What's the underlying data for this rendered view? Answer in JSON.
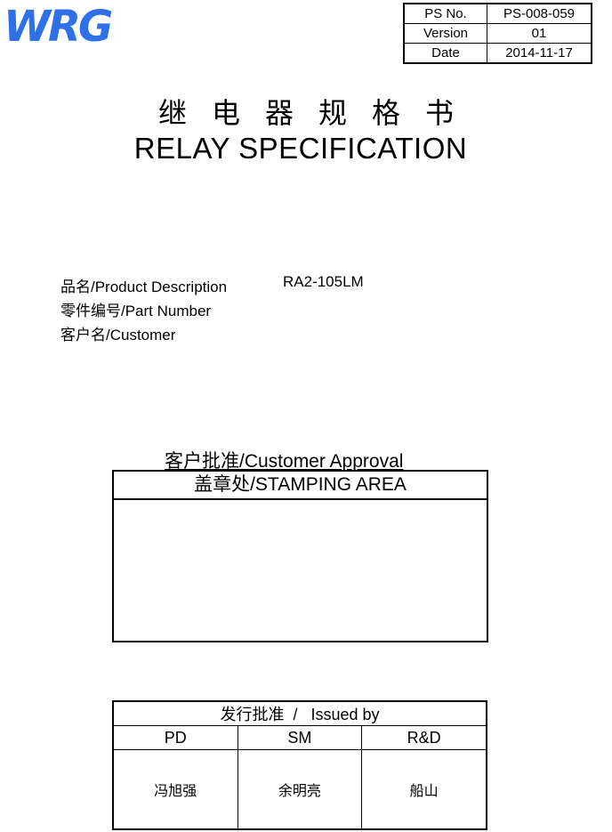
{
  "logo": {
    "text": "WRG",
    "color": "#2f6fe8"
  },
  "meta": [
    {
      "label": "PS No.",
      "value": "PS-008-059"
    },
    {
      "label": "Version",
      "value": "01"
    },
    {
      "label": "Date",
      "value": "2014-11-17"
    }
  ],
  "title": {
    "cn_chars": [
      "继",
      "电",
      "器",
      "规",
      "格",
      "书"
    ],
    "en": "RELAY SPECIFICATION"
  },
  "fields": {
    "product_label": "品名/Product Description",
    "product_value": "RA2-105LM",
    "part_label": "零件编号/Part Number",
    "customer_label": "客户名/Customer"
  },
  "approval": {
    "title": "客户批准/Customer Approval",
    "stamp_header": "盖章处/STAMPING AREA"
  },
  "issued": {
    "header": "发行批准  /   Issued by",
    "roles": [
      "PD",
      "SM",
      "R&D"
    ],
    "names": [
      "冯旭强",
      "余明亮",
      "船山"
    ]
  }
}
